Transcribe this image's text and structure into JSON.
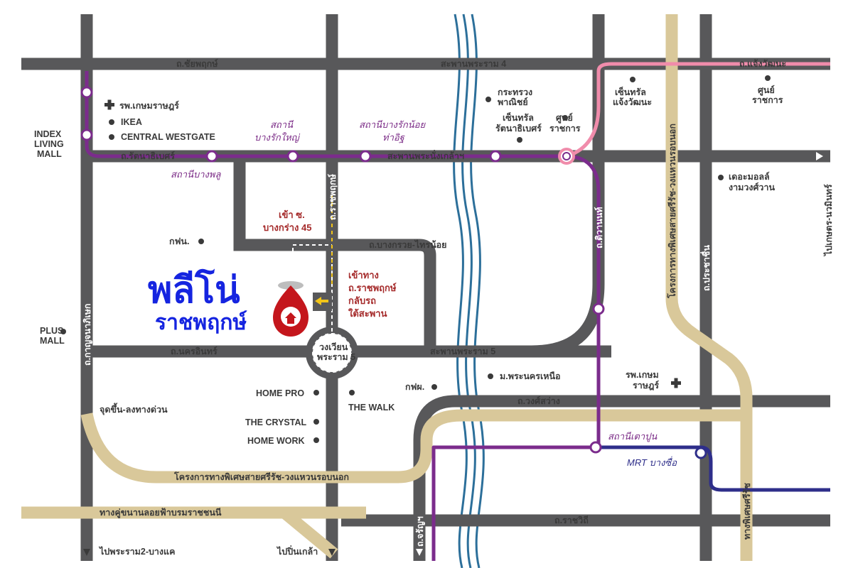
{
  "colors": {
    "road": "#58585a",
    "expressway": "#d9c89a",
    "purple_line": "#7b2c8c",
    "pink_line": "#f08cab",
    "blue_line": "#2e2e8a",
    "river": "#2c6f9a",
    "marker_red": "#c4161c",
    "brand_blue": "#1524e0",
    "text_red": "#a52a2a"
  },
  "brand": {
    "name": "พลีโน่",
    "sub": "ราชพฤกษ์",
    "marker_icon": "house-pin-icon"
  },
  "roads": {
    "chaiyaphruek": "ถ.ชัยพฤกษ์",
    "rama4_bridge": "สะพานพระราม 4",
    "chaengwattana": "ถ.แจ้งวัฒนะ",
    "rattanathibet": "ถ.รัตนาธิเบศร์",
    "nangklao_bridge": "สะพานพระนั่งเกล้าฯ",
    "ratchaphruek": "ถ.ราชพฤกษ์",
    "bangkruai_sainoi": "ถ.บางกรวย-ไทรน้อย",
    "tiwanon": "ถ.ติวานนท์",
    "prachachuen": "ถ.ประชาชื่น",
    "kanchanaphisek": "ถ.กาญจนาภิเษก",
    "nakhonin": "ถ.นครอินทร์",
    "rama5_bridge": "สะพานพระราม 5",
    "wongsawang": "ถ.วงศ์สว่าง",
    "charansanitwong": "ถ.จรัญฯ",
    "ratchawithi": "ถ.ราชวิถี",
    "nonthaburi1": "ไปเกษตร-นวมินทร์",
    "expressway_project": "โครงการทางพิเศษสายศรีรัช-วงแหวนรอบนอก",
    "vertical_expressway": "โครงการทางพิเศษสายศรีรัช-วงแหวนรอบนอก",
    "si_rat": "ทางพิเศษศรีรัช",
    "borommaratchachonnani": "ทางคู่ขนานลอยฟ้าบรมราชชนนี",
    "exit_ramp": "จุดขึ้น-ลงทางด่วน",
    "to_rama2": "ไปพระราม2-บางแค",
    "to_pinklao": "ไปปิ่นเกล้า",
    "roundabout": "วงเวียน",
    "roundabout2": "พระราม 5"
  },
  "stations": {
    "bang_phlu": "สถานีบางพลู",
    "bang_rak_yai_1": "สถานี",
    "bang_rak_yai_2": "บางรักใหญ่",
    "bang_rak_noi_1": "สถานีบางรักน้อย",
    "bang_rak_noi_2": "ท่าอิฐ",
    "tao_poon": "สถานีเตาปูน",
    "mrt_bang_sue": "MRT บางซื่อ"
  },
  "directions": {
    "enter_soi_1": "เข้า ซ.",
    "enter_soi_2": "บางกร่าง 45",
    "enter_via_1": "เข้าทาง",
    "enter_via_2": "ถ.ราชพฤกษ์",
    "enter_via_3": "กลับรถ",
    "enter_via_4": "ใต้สะพาน"
  },
  "places": {
    "kasemrad_hospital": "รพ.เกษมราษฎร์",
    "ikea": "IKEA",
    "central_westgate": "CENTRAL WESTGATE",
    "index_1": "INDEX",
    "index_2": "LIVING",
    "index_3": "MALL",
    "pea": "กฟน.",
    "plus_1": "PLUS",
    "plus_2": "MALL",
    "ministry_1": "กระทรวง",
    "ministry_2": "พาณิชย์",
    "central_rattana_1": "เซ็นทรัล",
    "central_rattana_2": "รัตนาธิเบศร์",
    "gov_center_1": "ศูนย์",
    "gov_center_2": "ราชการ",
    "central_chaeng_1": "เซ็นทรัล",
    "central_chaeng_2": "แจ้งวัฒนะ",
    "gov_center_b_1": "ศูนย์",
    "gov_center_b_2": "ราชการ",
    "mall_ngamwong_1": "เดอะมอลล์",
    "mall_ngamwong_2": "งามวงศ์วาน",
    "home_pro": "HOME PRO",
    "the_crystal": "THE CRYSTAL",
    "home_work": "HOME WORK",
    "the_walk": "THE WALK",
    "pea2": "กฟผ.",
    "north_bkk_uni": "ม.พระนครเหนือ",
    "kasemrad2_1": "รพ.เกษม",
    "kasemrad2_2": "ราษฎร์"
  }
}
